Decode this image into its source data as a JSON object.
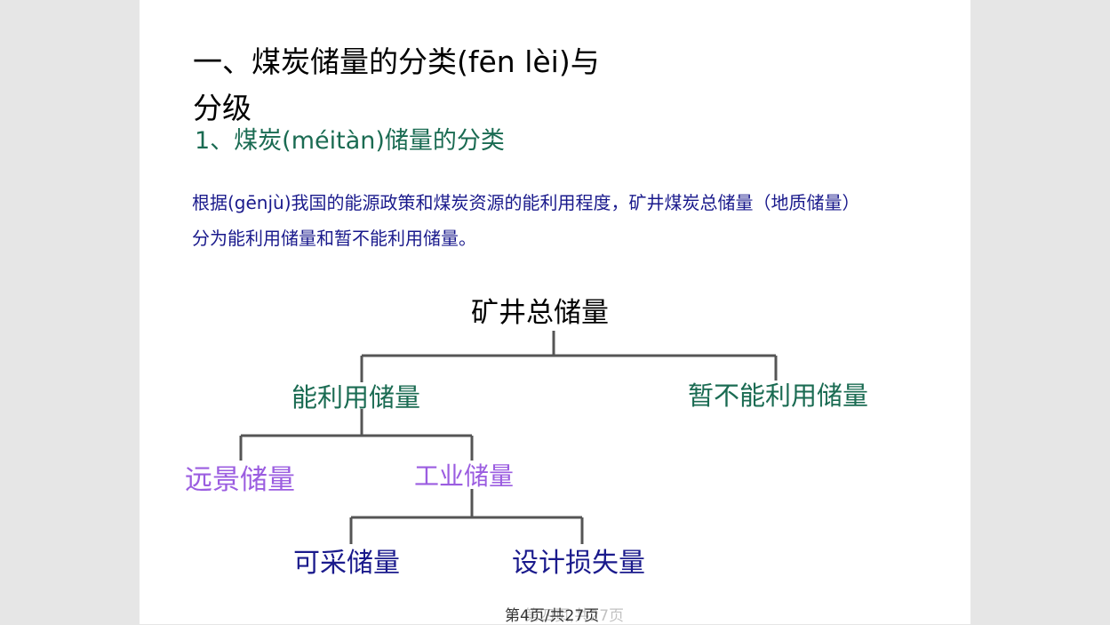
{
  "slide": {
    "title": "一、煤炭储量的分类(fēn lèi)与分级",
    "subtitle": "1、煤炭(méitàn)储量的分类",
    "paragraph_line1": "根据(gēnjù)我国的能源政策和煤炭资源的能利用程度，矿井煤炭总储量（地质储量）",
    "paragraph_line2": "分为能利用储量和暂不能利用储量。"
  },
  "tree": {
    "root": "矿井总储量",
    "usable": "能利用储量",
    "unusable": "暂不能利用储量",
    "prospective": "远景储量",
    "industrial": "工业储量",
    "recoverable": "可采储量",
    "design_loss": "设计损失量"
  },
  "footer": {
    "page_text": "第4页/共27页",
    "ghost_text": "第四页,共27页"
  },
  "colors": {
    "title": "#000000",
    "heading_green": "#1a6b52",
    "text_navy": "#1a1a8c",
    "node_purple": "#9b5de0",
    "connector": "#555555"
  }
}
